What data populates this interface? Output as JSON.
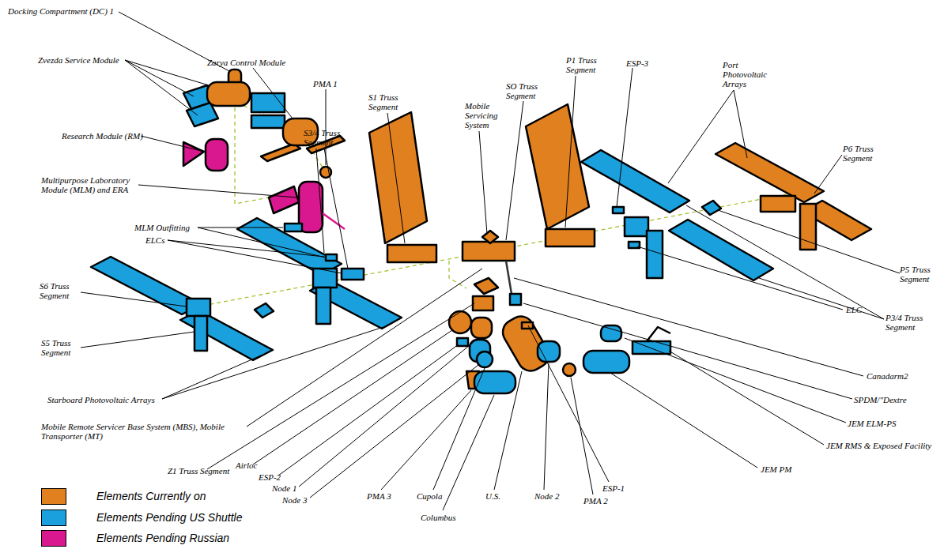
{
  "diagram": {
    "labels": [
      "Docking Compartment (DC) 1",
      "Zvezda Service Module",
      "Zarya Control Module",
      "PMA 1",
      "S1 Truss Segment",
      "Mobile Servicing System",
      "SO Truss Segment",
      "P1 Truss Segment",
      "ESP-3",
      "Port Photovoltaic Arrays",
      "P6 Truss Segment",
      "Research Module (RM)",
      "S3/4 Truss Segment",
      "Multipurpose Laboratory Module (MLM) and ERA",
      "MLM Outfitting",
      "ELCs",
      "S6 Truss Segment",
      "S5 Truss Segment",
      "P5 Truss Segment",
      "ELC",
      "P3/4 Truss Segment",
      "Canadarm2",
      "SPDM/\"Dextre",
      "JEM ELM-PS",
      "JEM RMS & Exposed Facility",
      "JEM PM",
      "Starboard Photovoltaic Arrays",
      "Mobile Remote Servicer Base System (MBS), Mobile Transporter (MT)",
      "Z1 Truss Segment",
      "Airloc",
      "ESP-2",
      "Node 1",
      "Node 3",
      "PMA 3",
      "Cupola",
      "Columbus",
      "U.S.",
      "Node 2",
      "ESP-1",
      "PMA 2"
    ],
    "legend": [
      {
        "text": "Elements Currently on",
        "color": "#e0801f"
      },
      {
        "text": "Elements Pending US Shuttle",
        "color": "#1aa0dc"
      },
      {
        "text": "Elements Pending Russian",
        "color": "#d9178e"
      }
    ]
  }
}
